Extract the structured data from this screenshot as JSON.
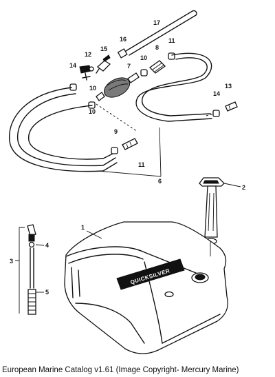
{
  "caption": "European Marine Catalog v1.61 (Image Copyright- Mercury Marine)",
  "labels": {
    "l1": "1",
    "l2": "2",
    "l3": "3",
    "l4": "4",
    "l5": "5",
    "l6": "6",
    "l7": "7",
    "l8": "8",
    "l9": "9",
    "l10a": "10",
    "l10b": "10",
    "l10c": "10",
    "l11a": "11",
    "l11b": "11",
    "l12": "12",
    "l13": "13",
    "l14a": "14",
    "l14b": "14",
    "l15": "15",
    "l16": "16",
    "l17": "17"
  },
  "tank_logo": "QUICKSILVER"
}
